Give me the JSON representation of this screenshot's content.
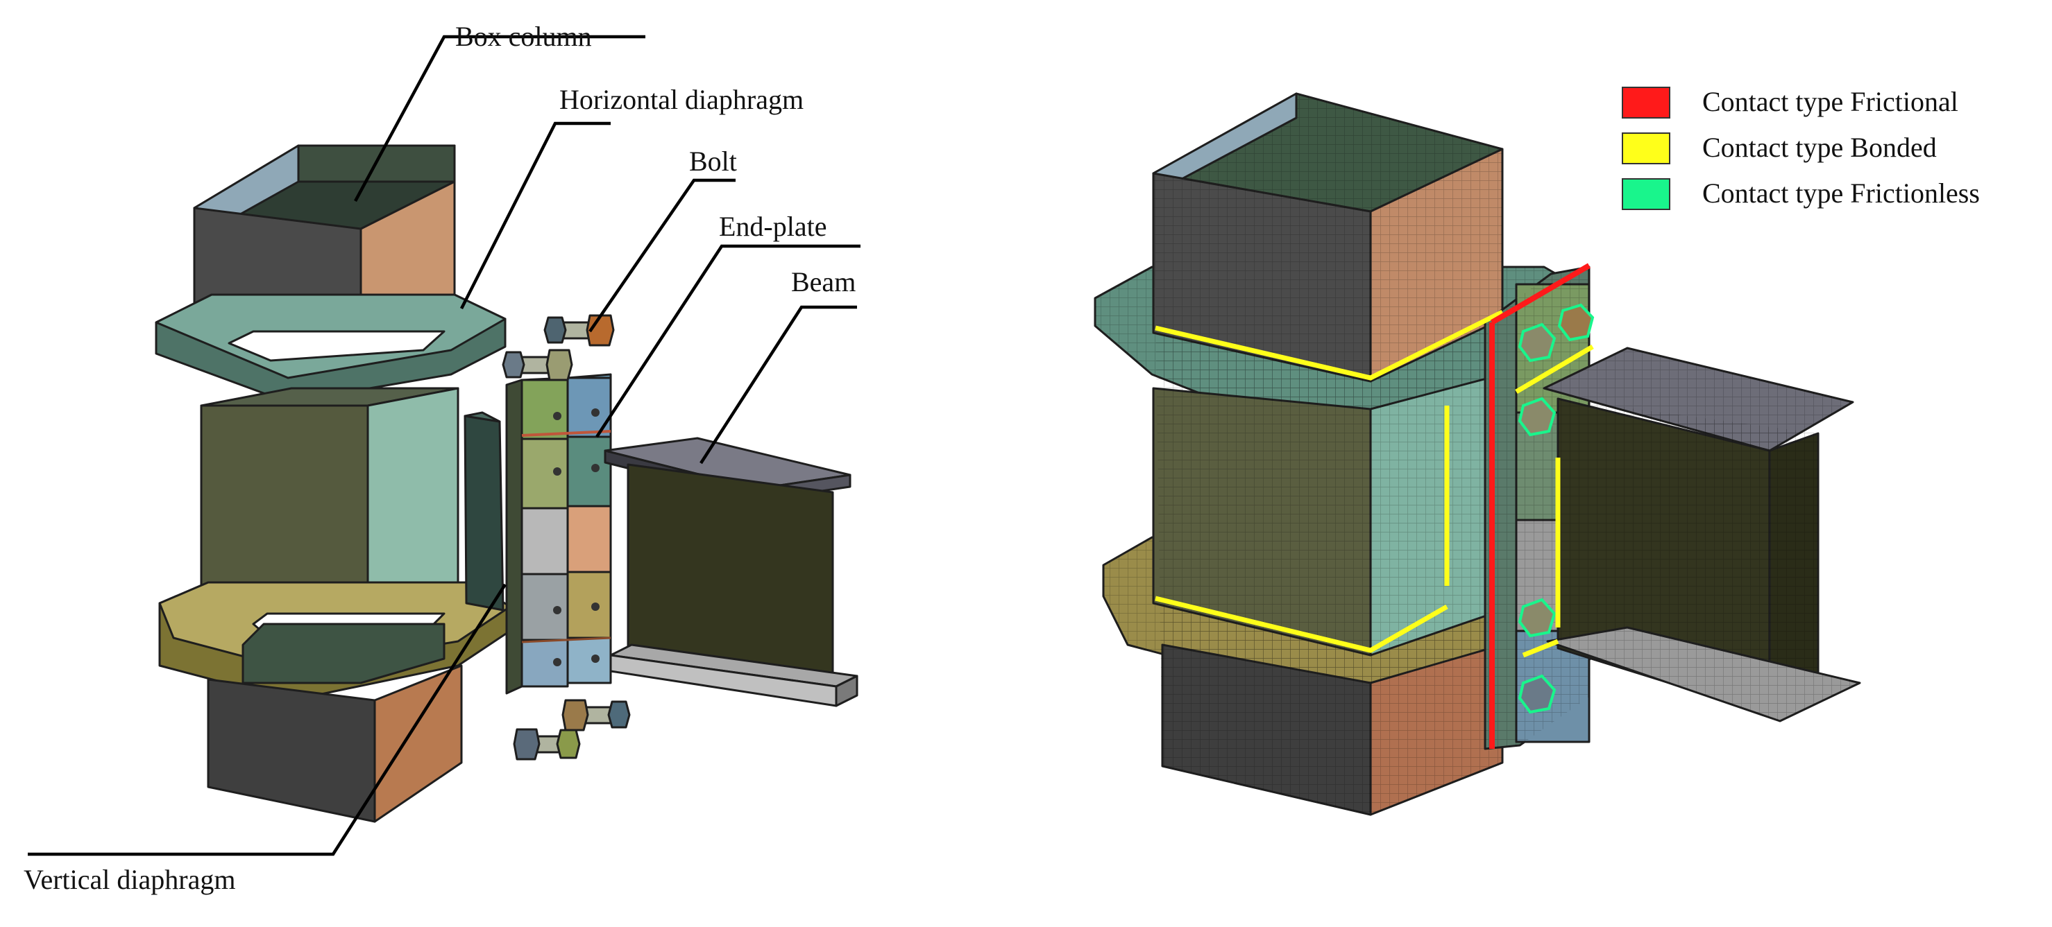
{
  "exploded_view": {
    "labels": {
      "box_column": "Box column",
      "horizontal_diaphragm": "Horizontal diaphragm",
      "bolt": "Bolt",
      "end_plate": "End-plate",
      "beam": "Beam",
      "vertical_diaphragm": "Vertical diaphragm"
    }
  },
  "mesh_view": {
    "legend": [
      {
        "label": "Contact type Frictional",
        "color": "#ff1a1a"
      },
      {
        "label": "Contact type Bonded",
        "color": "#ffff1a"
      },
      {
        "label": "Contact type Frictionless",
        "color": "#19f58c"
      }
    ]
  },
  "colors": {
    "frictional": "#ff1a1a",
    "bonded": "#ffff1a",
    "frictionless": "#19f58c"
  }
}
